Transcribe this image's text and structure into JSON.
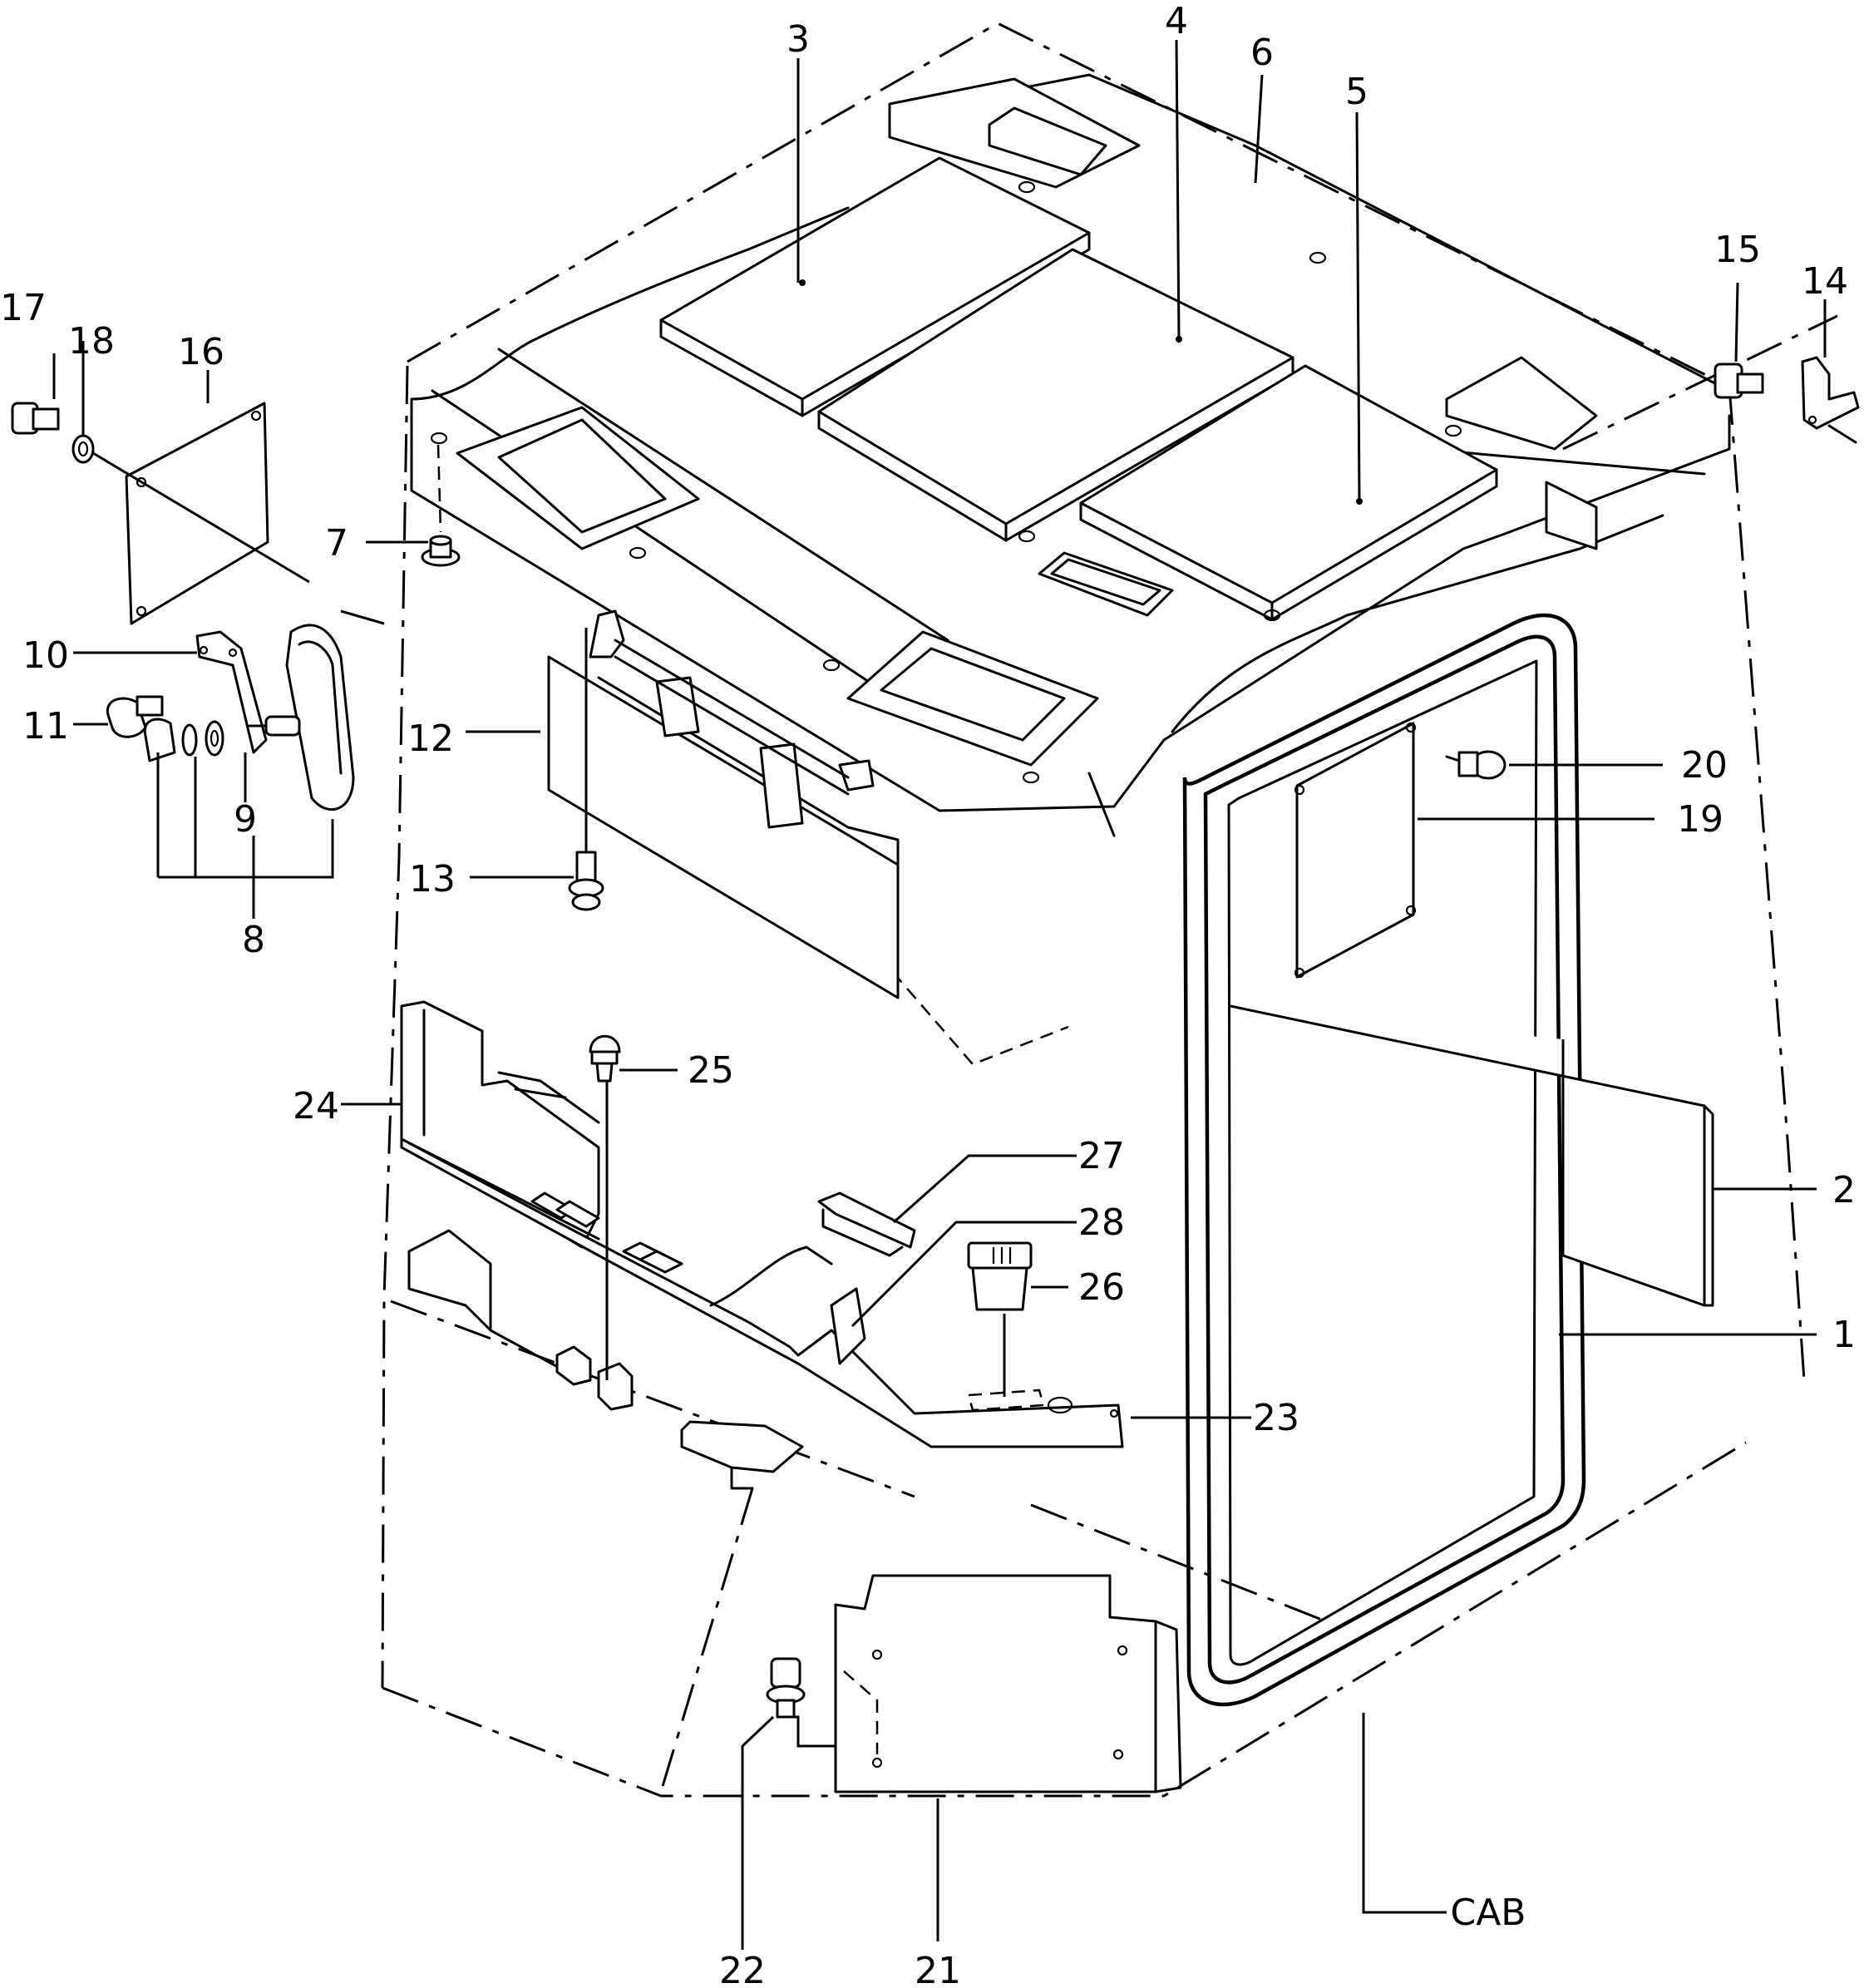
{
  "callouts": [
    {
      "id": "c1",
      "text": "1"
    },
    {
      "id": "c2",
      "text": "2"
    },
    {
      "id": "c3",
      "text": "3"
    },
    {
      "id": "c4",
      "text": "4"
    },
    {
      "id": "c5",
      "text": "5"
    },
    {
      "id": "c6",
      "text": "6"
    },
    {
      "id": "c7",
      "text": "7"
    },
    {
      "id": "c8",
      "text": "8"
    },
    {
      "id": "c9",
      "text": "9"
    },
    {
      "id": "c10",
      "text": "10"
    },
    {
      "id": "c11",
      "text": "11"
    },
    {
      "id": "c12",
      "text": "12"
    },
    {
      "id": "c13",
      "text": "13"
    },
    {
      "id": "c14",
      "text": "14"
    },
    {
      "id": "c15",
      "text": "15"
    },
    {
      "id": "c16",
      "text": "16"
    },
    {
      "id": "c17",
      "text": "17"
    },
    {
      "id": "c18",
      "text": "18"
    },
    {
      "id": "c19",
      "text": "19"
    },
    {
      "id": "c20",
      "text": "20"
    },
    {
      "id": "c21",
      "text": "21"
    },
    {
      "id": "c22",
      "text": "22"
    },
    {
      "id": "c23",
      "text": "23"
    },
    {
      "id": "c24",
      "text": "24"
    },
    {
      "id": "c25",
      "text": "25"
    },
    {
      "id": "c26",
      "text": "26"
    },
    {
      "id": "c27",
      "text": "27"
    },
    {
      "id": "c28",
      "text": "28"
    },
    {
      "id": "cab",
      "text": "CAB"
    }
  ]
}
